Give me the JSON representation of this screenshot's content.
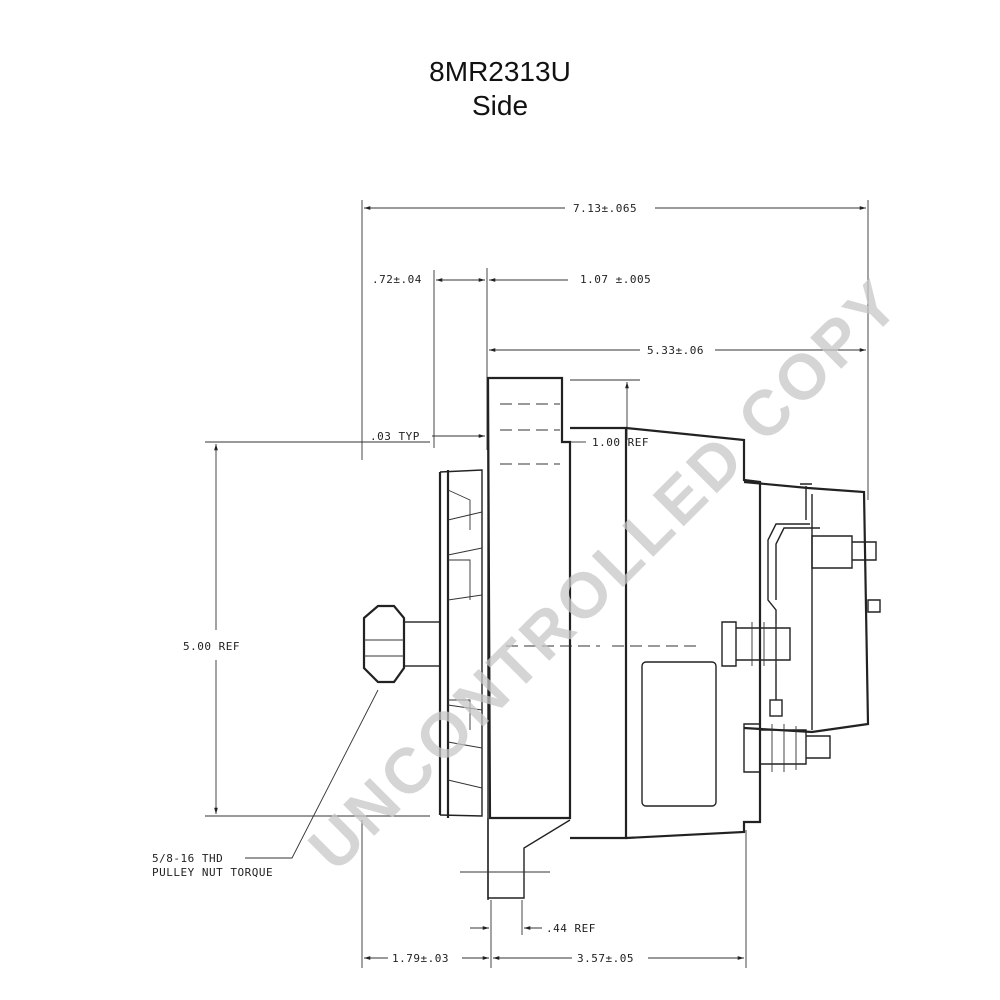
{
  "title": {
    "part_number": "8MR2313U",
    "view": "Side"
  },
  "dimensions": {
    "overall_length": "7.13±.065",
    "pulley_width": ".72±.04",
    "fan_offset": "1.07 ±.005",
    "body_length": "5.33±.06",
    "gap_typ": ".03 TYP",
    "mount_height": "1.00 REF",
    "pulley_diameter": "5.00 REF",
    "ear_width": ".44 REF",
    "front_to_ear": "1.79±.03",
    "ear_to_rear": "3.57±.05"
  },
  "callout": {
    "line1": "5/8-16 THD",
    "line2": "PULLEY NUT TORQUE"
  },
  "watermark": "UNCONTROLLED COPY",
  "colors": {
    "line": "#222222",
    "watermark": "#c8c8c8"
  }
}
